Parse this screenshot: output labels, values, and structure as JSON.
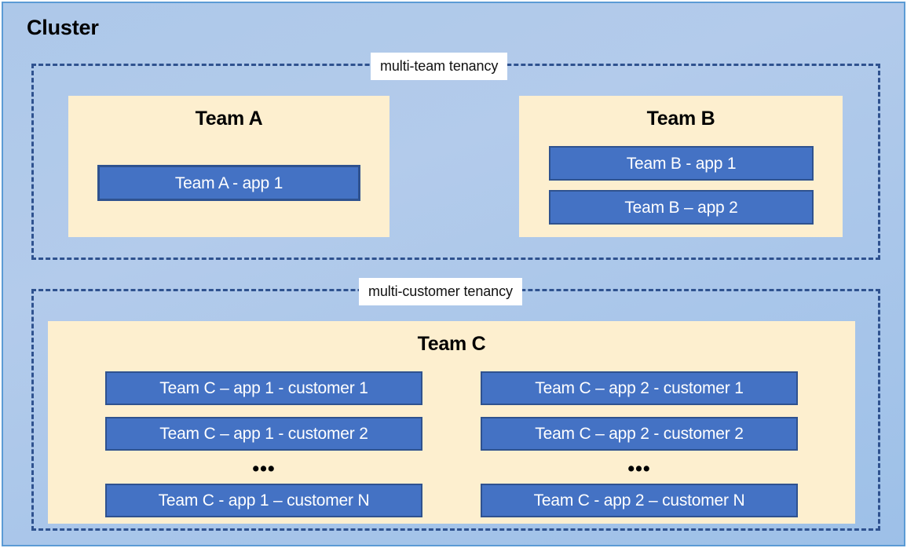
{
  "cluster": {
    "title": "Cluster",
    "frame_border_color": "#5B9BD5",
    "background_color": "#AFC9E9"
  },
  "tenancies": [
    {
      "id": "multi-team",
      "label": "multi-team tenancy",
      "border_style": "dashed",
      "border_color": "#2F528F"
    },
    {
      "id": "multi-customer",
      "label": "multi-customer tenancy",
      "border_style": "dashed",
      "border_color": "#2F528F"
    }
  ],
  "teams": [
    {
      "id": "team-a",
      "title": "Team A",
      "card_color": "#FDEFCF",
      "apps": [
        {
          "label": "Team A - app 1"
        }
      ]
    },
    {
      "id": "team-b",
      "title": "Team B",
      "card_color": "#FDEFCF",
      "apps": [
        {
          "label": "Team B - app 1"
        },
        {
          "label": "Team B – app 2"
        }
      ]
    },
    {
      "id": "team-c",
      "title": "Team C",
      "card_color": "#FDEFCF",
      "columns": [
        {
          "id": "app-1",
          "apps": [
            {
              "label": "Team C – app 1 - customer 1"
            },
            {
              "label": "Team C – app 1 - customer 2"
            },
            {
              "label": "Team C - app 1 – customer N"
            }
          ],
          "ellipsis": "•••"
        },
        {
          "id": "app-2",
          "apps": [
            {
              "label": "Team C – app 2 - customer 1"
            },
            {
              "label": "Team C – app 2 - customer 2"
            },
            {
              "label": "Team C - app 2 – customer N"
            }
          ],
          "ellipsis": "•••"
        }
      ]
    }
  ],
  "colors": {
    "app_fill": "#4472C4",
    "app_border": "#2F528F",
    "card_fill": "#FDEFCF",
    "label_fill": "#FFFFFF"
  }
}
